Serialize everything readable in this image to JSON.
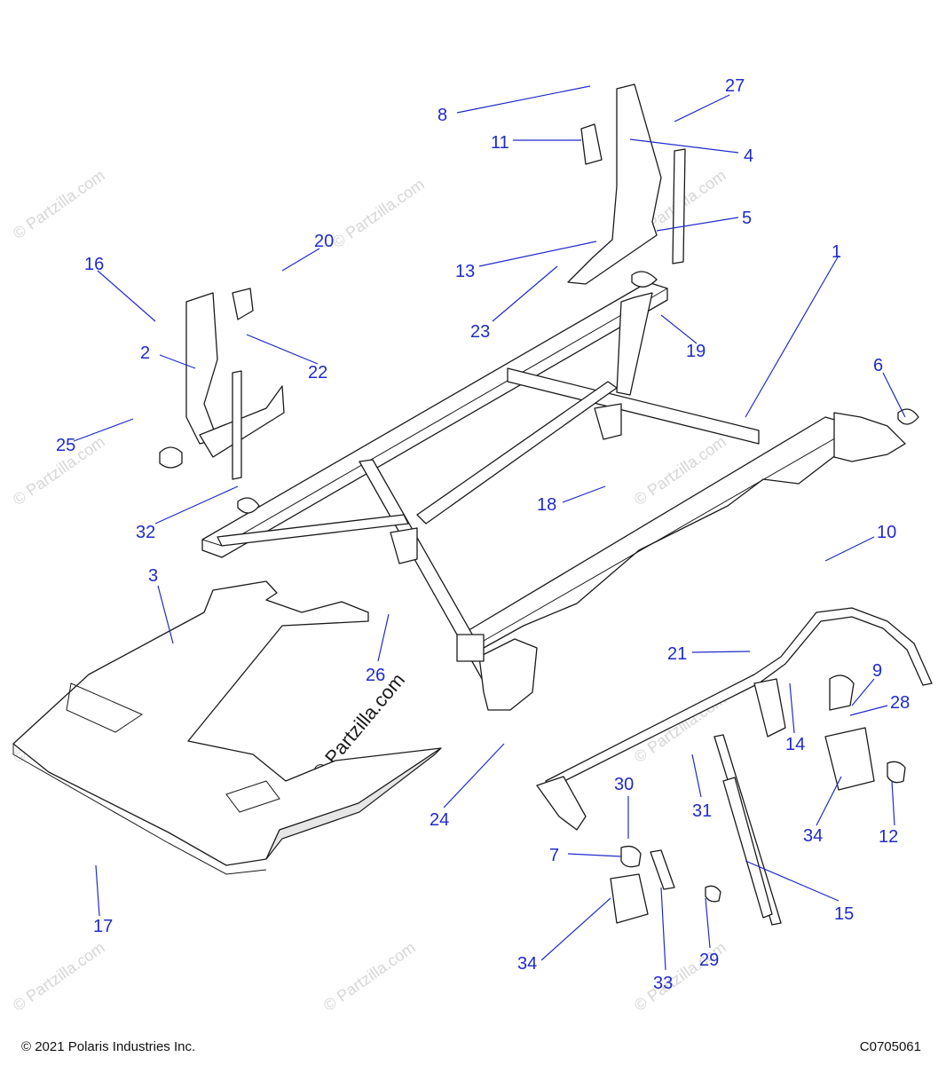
{
  "footer": {
    "copyright": "© 2021 Polaris Industries Inc.",
    "diagram_code": "C0705061"
  },
  "watermark": {
    "text": "© Partzilla.com",
    "center_text": "© Partzilla.com"
  },
  "colors": {
    "callout": "#1f2bcc",
    "line_art": "#1a1a1a",
    "watermark": "#d6d6d6"
  },
  "callouts": [
    "1",
    "2",
    "3",
    "4",
    "5",
    "6",
    "7",
    "8",
    "9",
    "10",
    "11",
    "12",
    "13",
    "14",
    "15",
    "16",
    "17",
    "18",
    "19",
    "20",
    "21",
    "22",
    "23",
    "24",
    "25",
    "26",
    "27",
    "28",
    "29",
    "30",
    "31",
    "32",
    "33",
    "34",
    "34"
  ]
}
